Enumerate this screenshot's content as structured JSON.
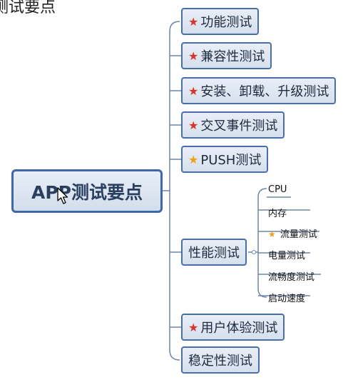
{
  "heading": "测试要点",
  "root": {
    "label": "APP测试要点"
  },
  "branches": [
    {
      "label": "功能测试",
      "star": "red"
    },
    {
      "label": "兼容性测试",
      "star": "red"
    },
    {
      "label": "安装、卸载、升级测试",
      "star": "red"
    },
    {
      "label": "交叉事件测试",
      "star": "red"
    },
    {
      "label": "PUSH测试",
      "star": "gold"
    },
    {
      "label": "性能测试",
      "star": ""
    },
    {
      "label": "用户体验测试",
      "star": "red"
    },
    {
      "label": "稳定性测试",
      "star": ""
    }
  ],
  "performance_children": [
    {
      "label": "CPU",
      "star": ""
    },
    {
      "label": "内存",
      "star": ""
    },
    {
      "label": "流量测试",
      "star": "gold"
    },
    {
      "label": "电量测试",
      "star": ""
    },
    {
      "label": "流畅度测试",
      "star": ""
    },
    {
      "label": "启动速度",
      "star": ""
    }
  ],
  "colors": {
    "node_border": "#4a6fa8",
    "connector": "#6f87a8",
    "star_red": "#d9342b",
    "star_gold": "#e8a317"
  }
}
